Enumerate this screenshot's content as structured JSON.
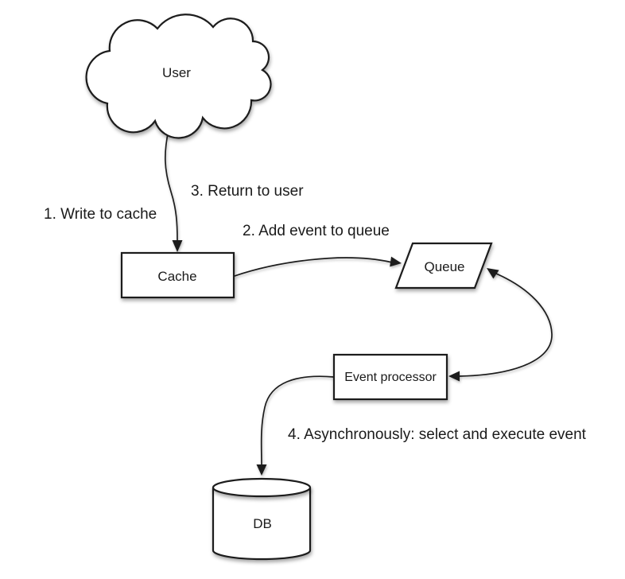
{
  "diagram": {
    "nodes": {
      "user": {
        "label": "User",
        "shape": "cloud"
      },
      "cache": {
        "label": "Cache",
        "shape": "rectangle"
      },
      "queue": {
        "label": "Queue",
        "shape": "parallelogram"
      },
      "event_processor": {
        "label": "Event processor",
        "shape": "rectangle"
      },
      "db": {
        "label": "DB",
        "shape": "cylinder"
      }
    },
    "steps": {
      "step1": "1. Write to cache",
      "step2": "2. Add event to queue",
      "step3": "3. Return to user",
      "step4": "4. Asynchronously: select and execute event"
    },
    "edges": [
      {
        "from": "user",
        "to": "cache",
        "style": "arrow"
      },
      {
        "from": "cache",
        "to": "queue",
        "style": "arrow"
      },
      {
        "from": "queue",
        "to": "event_processor",
        "style": "double-arrow"
      },
      {
        "from": "event_processor",
        "to": "db",
        "style": "arrow"
      }
    ],
    "colors": {
      "background": "#ffffff",
      "stroke": "#1c1c1c",
      "shape_fill": "#ffffff",
      "text": "#1a1a1a"
    }
  }
}
